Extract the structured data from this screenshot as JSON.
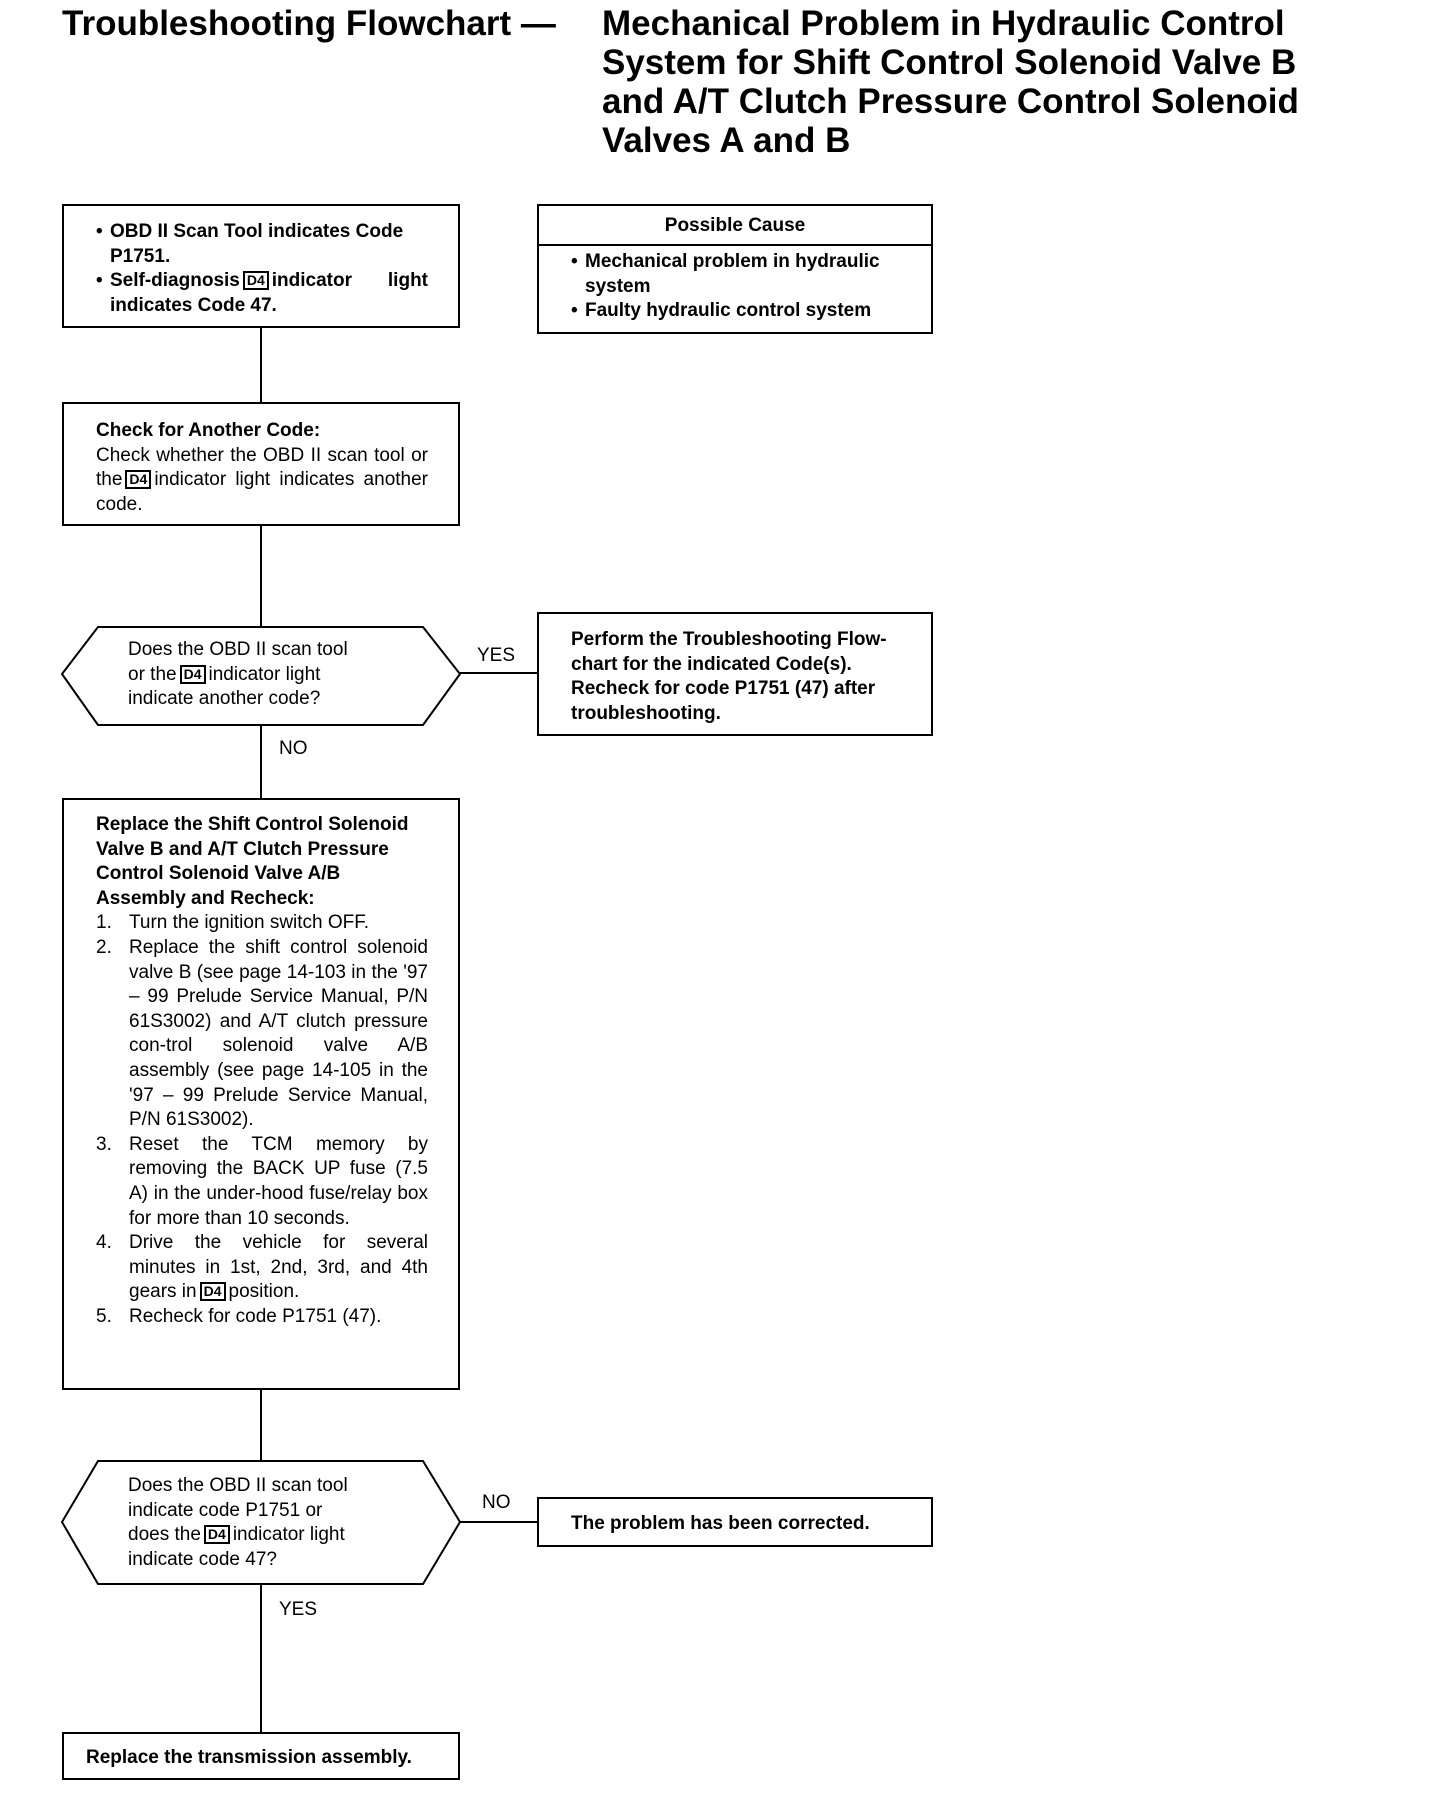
{
  "title": {
    "left": "Troubleshooting Flowchart —",
    "right_lines": [
      "Mechanical Problem in Hydraulic Control",
      "System for Shift Control Solenoid Valve B",
      "and A/T Clutch Pressure Control Solenoid",
      "Valves A and B"
    ]
  },
  "d4_label": "D4",
  "start_box": {
    "bullet1": "OBD II Scan Tool indicates Code P1751.",
    "bullet2_pre": "Self-diagnosis",
    "bullet2_post": "indicator light indicates Code 47."
  },
  "possible_cause": {
    "heading": "Possible Cause",
    "items": [
      "Mechanical problem in hydraulic system",
      "Faulty hydraulic control system"
    ]
  },
  "check_box": {
    "heading": "Check for Another Code:",
    "text_pre": "Check whether the OBD II scan tool or the",
    "text_post": "indicator light indicates another code."
  },
  "decision1": {
    "line1": "Does the OBD II scan tool",
    "line2_pre": "or the",
    "line2_post": "indicator light",
    "line3": "indicate another code?",
    "yes_label": "YES",
    "no_label": "NO"
  },
  "perform_box": {
    "text": "Perform the Troubleshooting Flow-chart for the indicated Code(s). Recheck for code P1751 (47) after troubleshooting."
  },
  "replace_box": {
    "heading": "Replace the Shift Control Solenoid Valve B and A/T Clutch Pressure Control Solenoid Valve A/B Assembly and Recheck:",
    "steps": [
      {
        "num": "1.",
        "text": "Turn the ignition switch OFF."
      },
      {
        "num": "2.",
        "text": "Replace the shift control solenoid valve B (see page 14-103 in the '97 – 99 Prelude Service Manual, P/N 61S3002) and A/T clutch pressure con-trol solenoid valve A/B assembly (see page 14-105 in the '97 – 99 Prelude Service Manual, P/N 61S3002)."
      },
      {
        "num": "3.",
        "text": "Reset the TCM memory by removing the BACK UP fuse (7.5 A) in the under-hood fuse/relay box for more than 10 seconds."
      },
      {
        "num": "4.",
        "text_pre": "Drive the vehicle for several minutes in 1st, 2nd, 3rd, and 4th gears in",
        "text_post": "position."
      },
      {
        "num": "5.",
        "text": "Recheck for code P1751 (47)."
      }
    ]
  },
  "decision2": {
    "line1": "Does the OBD II scan tool",
    "line2": "indicate code P1751 or",
    "line3_pre": "does the",
    "line3_post": "indicator light",
    "line4": "indicate code 47?",
    "no_label": "NO",
    "yes_label": "YES"
  },
  "corrected_box": {
    "text": "The problem has been corrected."
  },
  "final_box": {
    "text": "Replace the transmission assembly."
  }
}
